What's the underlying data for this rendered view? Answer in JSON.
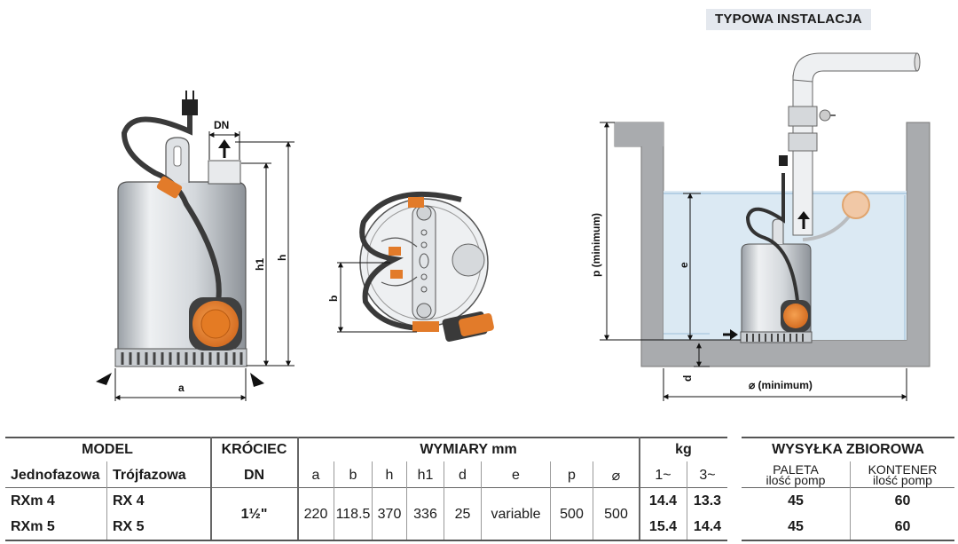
{
  "installation": {
    "title": "TYPOWA INSTALACJA",
    "label_p": "p (minimum)",
    "label_e": "e",
    "label_d": "d",
    "label_width": "⌀ (minimum)"
  },
  "pump_side": {
    "label_dn": "DN",
    "label_h1": "h1",
    "label_h": "h",
    "label_a": "a"
  },
  "pump_top": {
    "label_b": "b"
  },
  "table": {
    "model_header": "MODEL",
    "model_sub": [
      "Jednofazowa",
      "Trójfazowa"
    ],
    "krociec_header": "KRÓCIEC",
    "krociec_sub": "DN",
    "dims_header": "WYMIARY mm",
    "dims_sub": [
      "a",
      "b",
      "h",
      "h1",
      "d",
      "e",
      "p",
      "⌀"
    ],
    "kg_header": "kg",
    "kg_sub": [
      "1~",
      "3~"
    ],
    "ship_header": "WYSYŁKA ZBIOROWA",
    "ship_sub": [
      {
        "line1": "PALETA",
        "line2": "ilość pomp"
      },
      {
        "line1": "KONTENER",
        "line2": "ilość pomp"
      }
    ],
    "rows": [
      {
        "single": "RXm 4",
        "three": "RX 4",
        "kg1": "14.4",
        "kg3": "13.3",
        "paleta": "45",
        "kontener": "60"
      },
      {
        "single": "RXm 5",
        "three": "RX 5",
        "kg1": "15.4",
        "kg3": "14.4",
        "paleta": "45",
        "kontener": "60"
      }
    ],
    "shared": {
      "dn": "1½\"",
      "dims": [
        "220",
        "118.5",
        "370",
        "336",
        "25",
        "variable",
        "500",
        "500"
      ]
    }
  }
}
